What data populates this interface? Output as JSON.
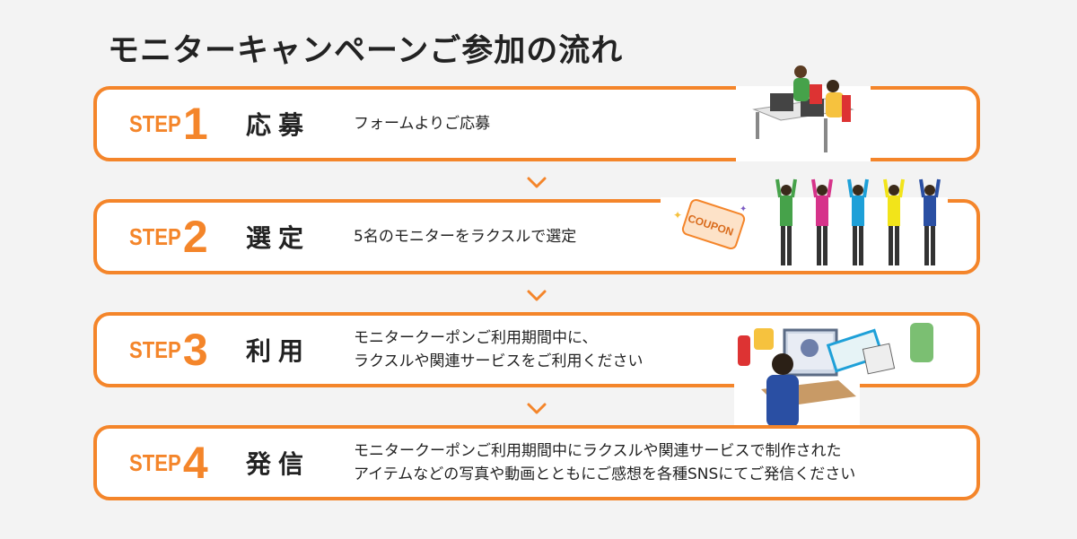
{
  "title": "モニターキャンペーンご参加の流れ",
  "step_word": "STEP",
  "steps": [
    {
      "num": "1",
      "name": "応募",
      "lines": [
        "フォームよりご応募"
      ]
    },
    {
      "num": "2",
      "name": "選定",
      "lines": [
        "5名のモニターをラクスルで選定"
      ]
    },
    {
      "num": "3",
      "name": "利用",
      "lines": [
        "モニタークーポンご利用期間中に、",
        "ラクスルや関連サービスをご利用ください"
      ]
    },
    {
      "num": "4",
      "name": "発信",
      "lines": [
        "モニタークーポンご利用期間中にラクスルや関連サービスで制作された",
        "アイテムなどの写真や動画とともにご感想を各種SNSにてご発信ください"
      ]
    }
  ],
  "coupon_text": "COUPON",
  "colors": {
    "accent": "#f4852a",
    "background": "#f3f3f3",
    "text": "#222222"
  },
  "icons": [
    "chevron-down-icon",
    "office-workers-illustration",
    "coupon-illustration",
    "cheering-people-illustration",
    "printed-goods-illustration"
  ]
}
